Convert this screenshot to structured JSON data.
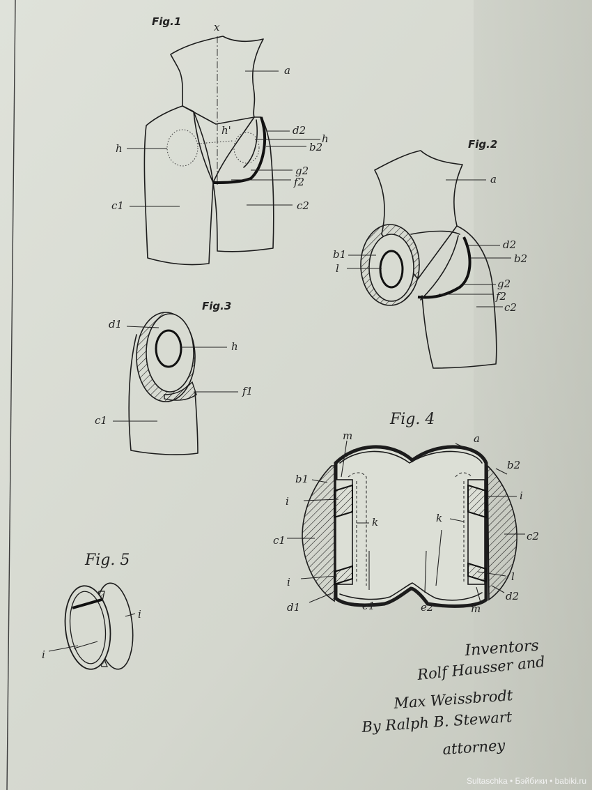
{
  "figures": {
    "fig1": {
      "title": "Fig.1",
      "labels": {
        "x": "x",
        "a": "a",
        "h_left": "h",
        "h_prime": "h'",
        "d2": "d2",
        "h_right": "h",
        "b2": "b2",
        "g2": "g2",
        "f2": "f2",
        "c1": "c1",
        "c2": "c2"
      }
    },
    "fig2": {
      "title": "Fig.2",
      "labels": {
        "a": "a",
        "b1": "b1",
        "l": "l",
        "d2": "d2",
        "b2": "b2",
        "g2": "g2",
        "f2": "f2",
        "c2": "c2"
      }
    },
    "fig3": {
      "title": "Fig.3",
      "labels": {
        "d1": "d1",
        "h": "h",
        "f1": "f1",
        "c1": "c1"
      }
    },
    "fig4": {
      "title": "Fig. 4",
      "labels": {
        "m_top": "m",
        "a": "a",
        "b1": "b1",
        "b2": "b2",
        "i_tl": "i",
        "i_tr": "i",
        "k_left": "k",
        "k_right": "k",
        "c1": "c1",
        "c2": "c2",
        "i_bl": "i",
        "l": "l",
        "d1": "d1",
        "e1": "e1",
        "e2": "e2",
        "m_bottom": "m",
        "d2": "d2"
      }
    },
    "fig5": {
      "title": "Fig. 5",
      "labels": {
        "i_right": "i",
        "i_left": "i"
      }
    }
  },
  "signature": {
    "line1": "Inventors",
    "line2": "Rolf Hausser and",
    "line3": "Max Weissbrodt",
    "line4": "By Ralph B. Stewart",
    "line5": "attorney"
  },
  "watermark": "Sultaschka • Бэйбики • babiki.ru"
}
